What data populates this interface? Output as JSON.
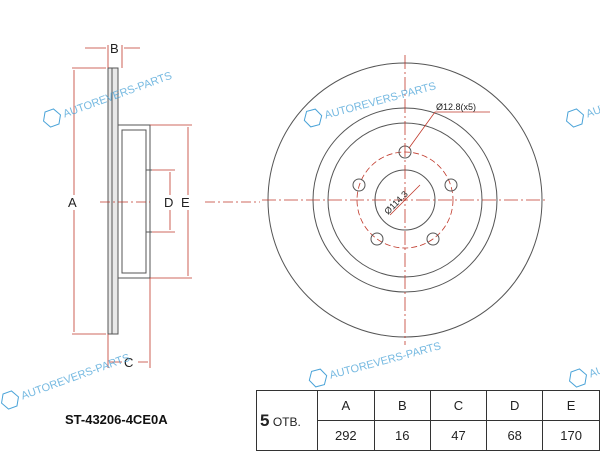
{
  "part_number": "ST-43206-4CE0A",
  "watermark": "AUTOREVERS-PARTS",
  "logo": "AR",
  "labels": {
    "a": "A",
    "b": "B",
    "c": "C",
    "d": "D",
    "e": "E",
    "bolt_hole": "Ø12.8(x5)",
    "pcd": "Ø114.3"
  },
  "table": {
    "holes_count": "5",
    "holes_suffix": "ОТВ.",
    "headers": [
      "A",
      "B",
      "C",
      "D",
      "E"
    ],
    "values": [
      "292",
      "16",
      "47",
      "68",
      "170"
    ]
  },
  "colors": {
    "dimension": "#c0392b",
    "watermark": "#4aa3d8"
  }
}
